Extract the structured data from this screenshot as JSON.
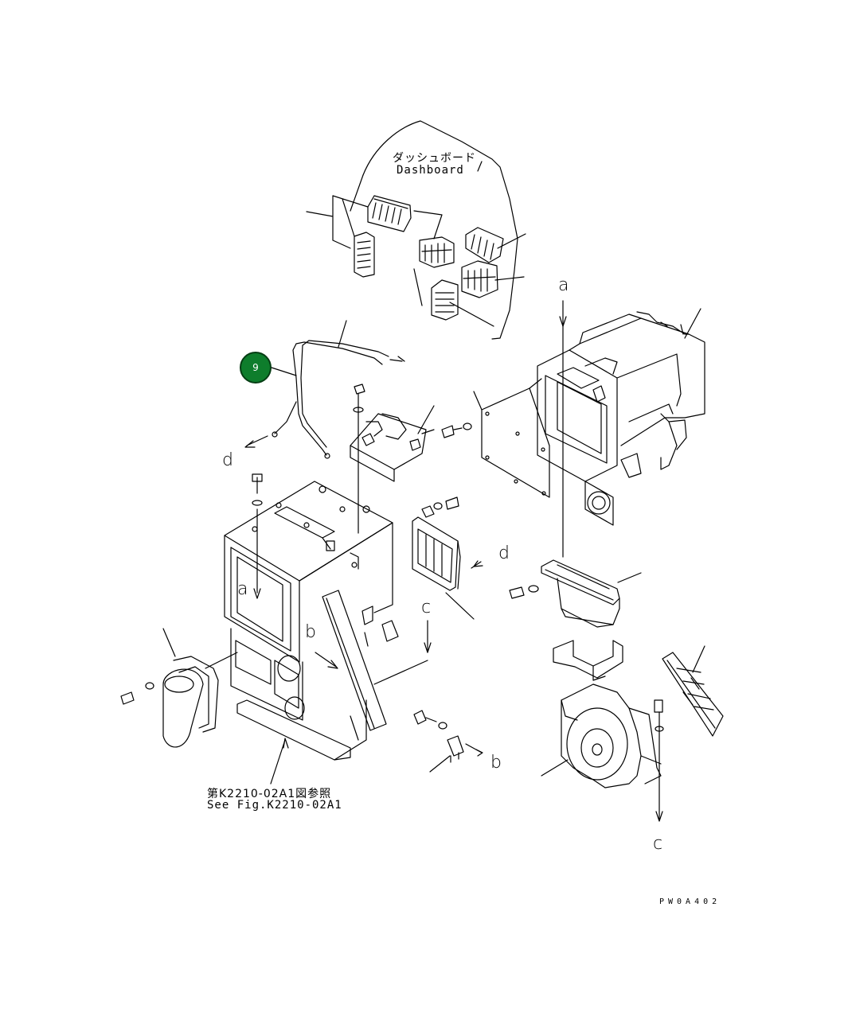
{
  "dashboard": {
    "label_jp": "ダッシュボード",
    "label_en": "Dashboard"
  },
  "refs": {
    "a_top": "a",
    "a_left": "a",
    "b_left": "b",
    "b_bottom": "b",
    "c_mid": "c",
    "c_bottom": "c",
    "d_left": "d",
    "d_right": "d"
  },
  "see_fig": {
    "jp": "第K2210-02A1図参照",
    "en": "See Fig.K2210-02A1"
  },
  "callout": {
    "number": "9",
    "color": "#0e7d2c"
  },
  "drawing_code": "PW0A402"
}
